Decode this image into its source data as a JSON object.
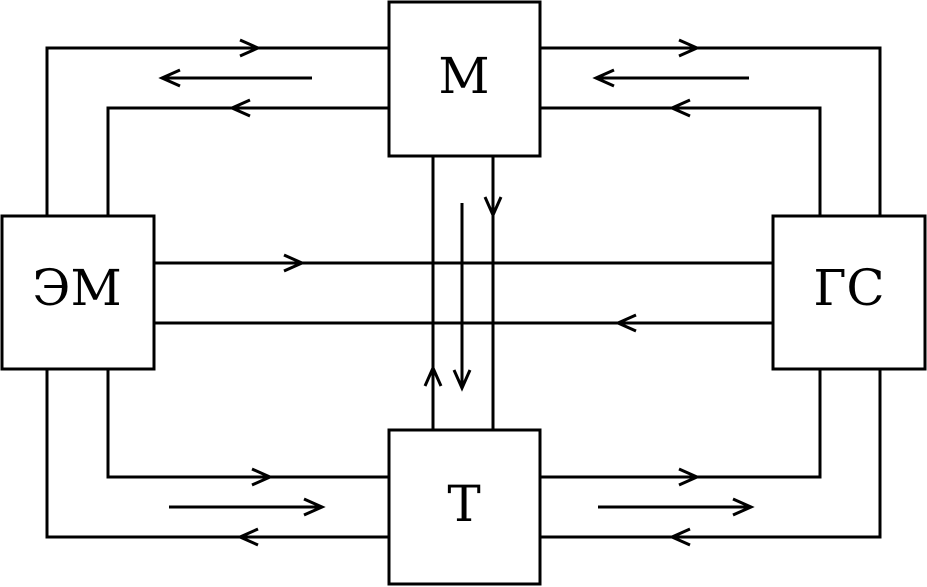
{
  "diagram": {
    "nodes": {
      "m": "М",
      "t": "Т",
      "em": "ЭМ",
      "gs": "ГС"
    }
  }
}
